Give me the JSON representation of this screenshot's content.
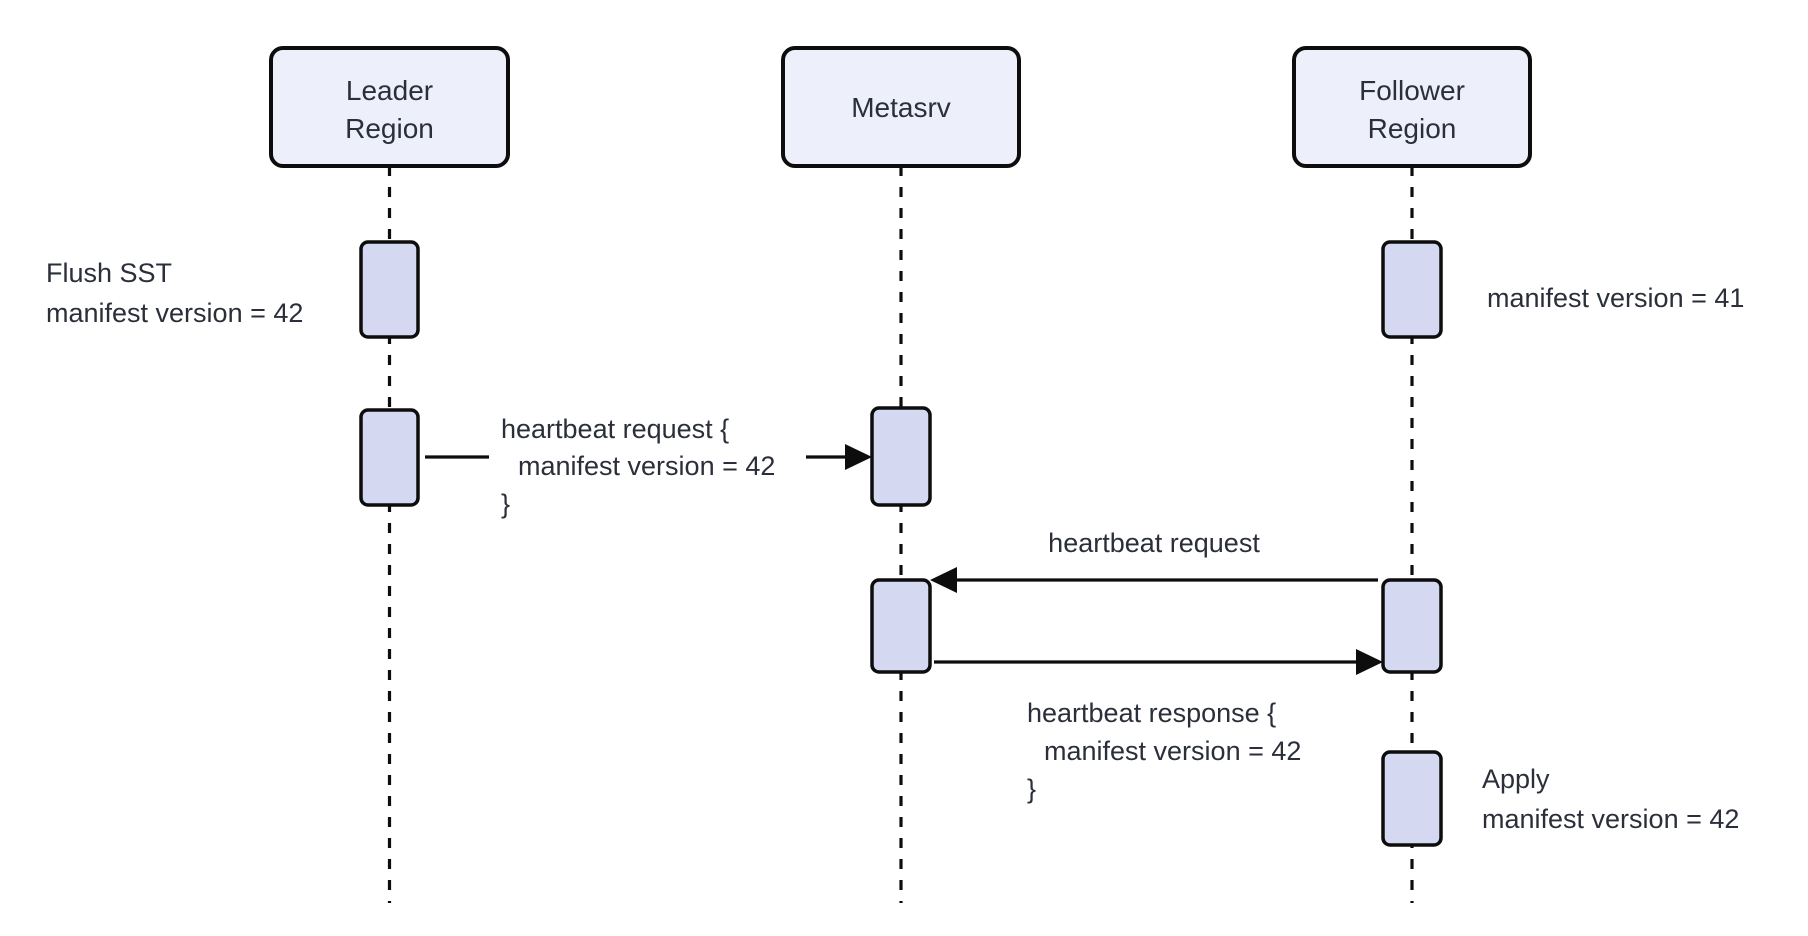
{
  "actors": {
    "leader": {
      "line1": "Leader",
      "line2": "Region"
    },
    "metasrv": {
      "label": "Metasrv"
    },
    "follower": {
      "line1": "Follower",
      "line2": "Region"
    }
  },
  "notes": {
    "flush": {
      "line1": "Flush SST",
      "line2": "manifest version = 42"
    },
    "follower_version": {
      "line1": "manifest version = 41"
    },
    "apply": {
      "line1": "Apply",
      "line2": "manifest version = 42"
    }
  },
  "messages": {
    "leader_heartbeat_request": {
      "line1": "heartbeat request {",
      "line2": "manifest version = 42",
      "line3": "}"
    },
    "follower_heartbeat_request": {
      "line1": "heartbeat request"
    },
    "heartbeat_response": {
      "line1": "heartbeat response {",
      "line2": "manifest version = 42",
      "line3": "}"
    }
  },
  "colors": {
    "actor_fill": "#edf0fa",
    "activation_fill": "#d5d8f1",
    "stroke": "#0d0d0d",
    "text": "#2b2f3a",
    "background": "#ffffff"
  }
}
